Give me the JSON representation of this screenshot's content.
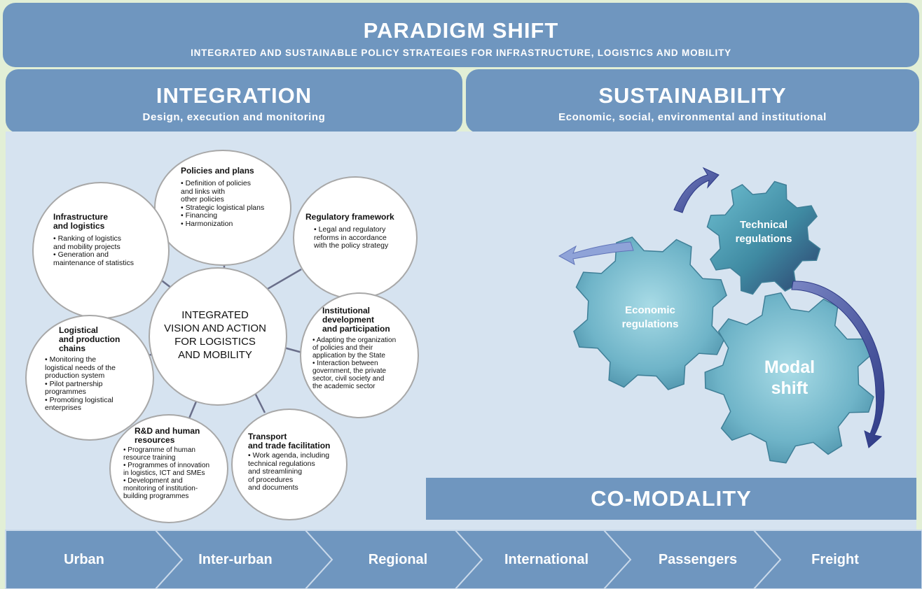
{
  "header": {
    "title": "PARADIGM SHIFT",
    "subtitle": "INTEGRATED AND SUSTAINABLE POLICY STRATEGIES FOR INFRASTRUCTURE, LOGISTICS AND MOBILITY"
  },
  "integration": {
    "title": "INTEGRATION",
    "subtitle": "Design, execution and monitoring"
  },
  "sustainability": {
    "title": "SUSTAINABILITY",
    "subtitle": "Economic, social, environmental and institutional"
  },
  "hub": {
    "center": "INTEGRATED\nVISION AND ACTION\nFOR LOGISTICS\nAND MOBILITY"
  },
  "circles": {
    "policies": {
      "title": "Policies and plans",
      "items": [
        "• Definition of policies\n   and links with\n   other policies",
        "• Strategic logistical plans",
        "• Financing",
        "• Harmonization"
      ]
    },
    "infrastructure": {
      "title": "Infrastructure\nand logistics",
      "items": [
        "• Ranking of logistics\n   and mobility projects",
        "• Generation and\n   maintenance of statistics"
      ]
    },
    "regulatory": {
      "title": "Regulatory framework",
      "items": [
        "• Legal and regulatory\n   reforms in accordance\n   with the policy strategy"
      ]
    },
    "institutional": {
      "title": "Institutional\ndevelopment\nand participation",
      "items": [
        "• Adapting the organization\n   of policies and their\n   application by the State",
        "• Interaction between\n   government, the private\n   sector, civil society and\n   the academic sector"
      ]
    },
    "logistical": {
      "title": "Logistical\nand production\nchains",
      "items": [
        "• Monitoring the\n   logistical needs of the\n   production system",
        "• Pilot partnership\n   programmes",
        "• Promoting logistical\n   enterprises"
      ]
    },
    "rd": {
      "title": "R&D and human\nresources",
      "items": [
        "• Programme of human\n   resource training",
        "• Programmes of innovation\n   in logistics, ICT and SMEs",
        "• Development and\n   monitoring of institution-\n   building programmes"
      ]
    },
    "transport": {
      "title": "Transport\nand trade facilitation",
      "items": [
        "• Work agenda, including\n   technical regulations\n   and streamlining\n   of procedures\n   and documents"
      ]
    }
  },
  "gears": {
    "technical": "Technical\nregulations",
    "economic": "Economic\nregulations",
    "modal": "Modal\nshift"
  },
  "comodality": "CO-MODALITY",
  "scopes": [
    "Urban",
    "Inter-urban",
    "Regional",
    "International",
    "Passengers",
    "Freight"
  ],
  "colors": {
    "banner": "#6f96bf",
    "panel": "#d6e3f0",
    "background": "#e2efd6",
    "gear": "#73b8cc",
    "gear_dark": "#2f5f80",
    "arrow": "#3e4f9a"
  }
}
